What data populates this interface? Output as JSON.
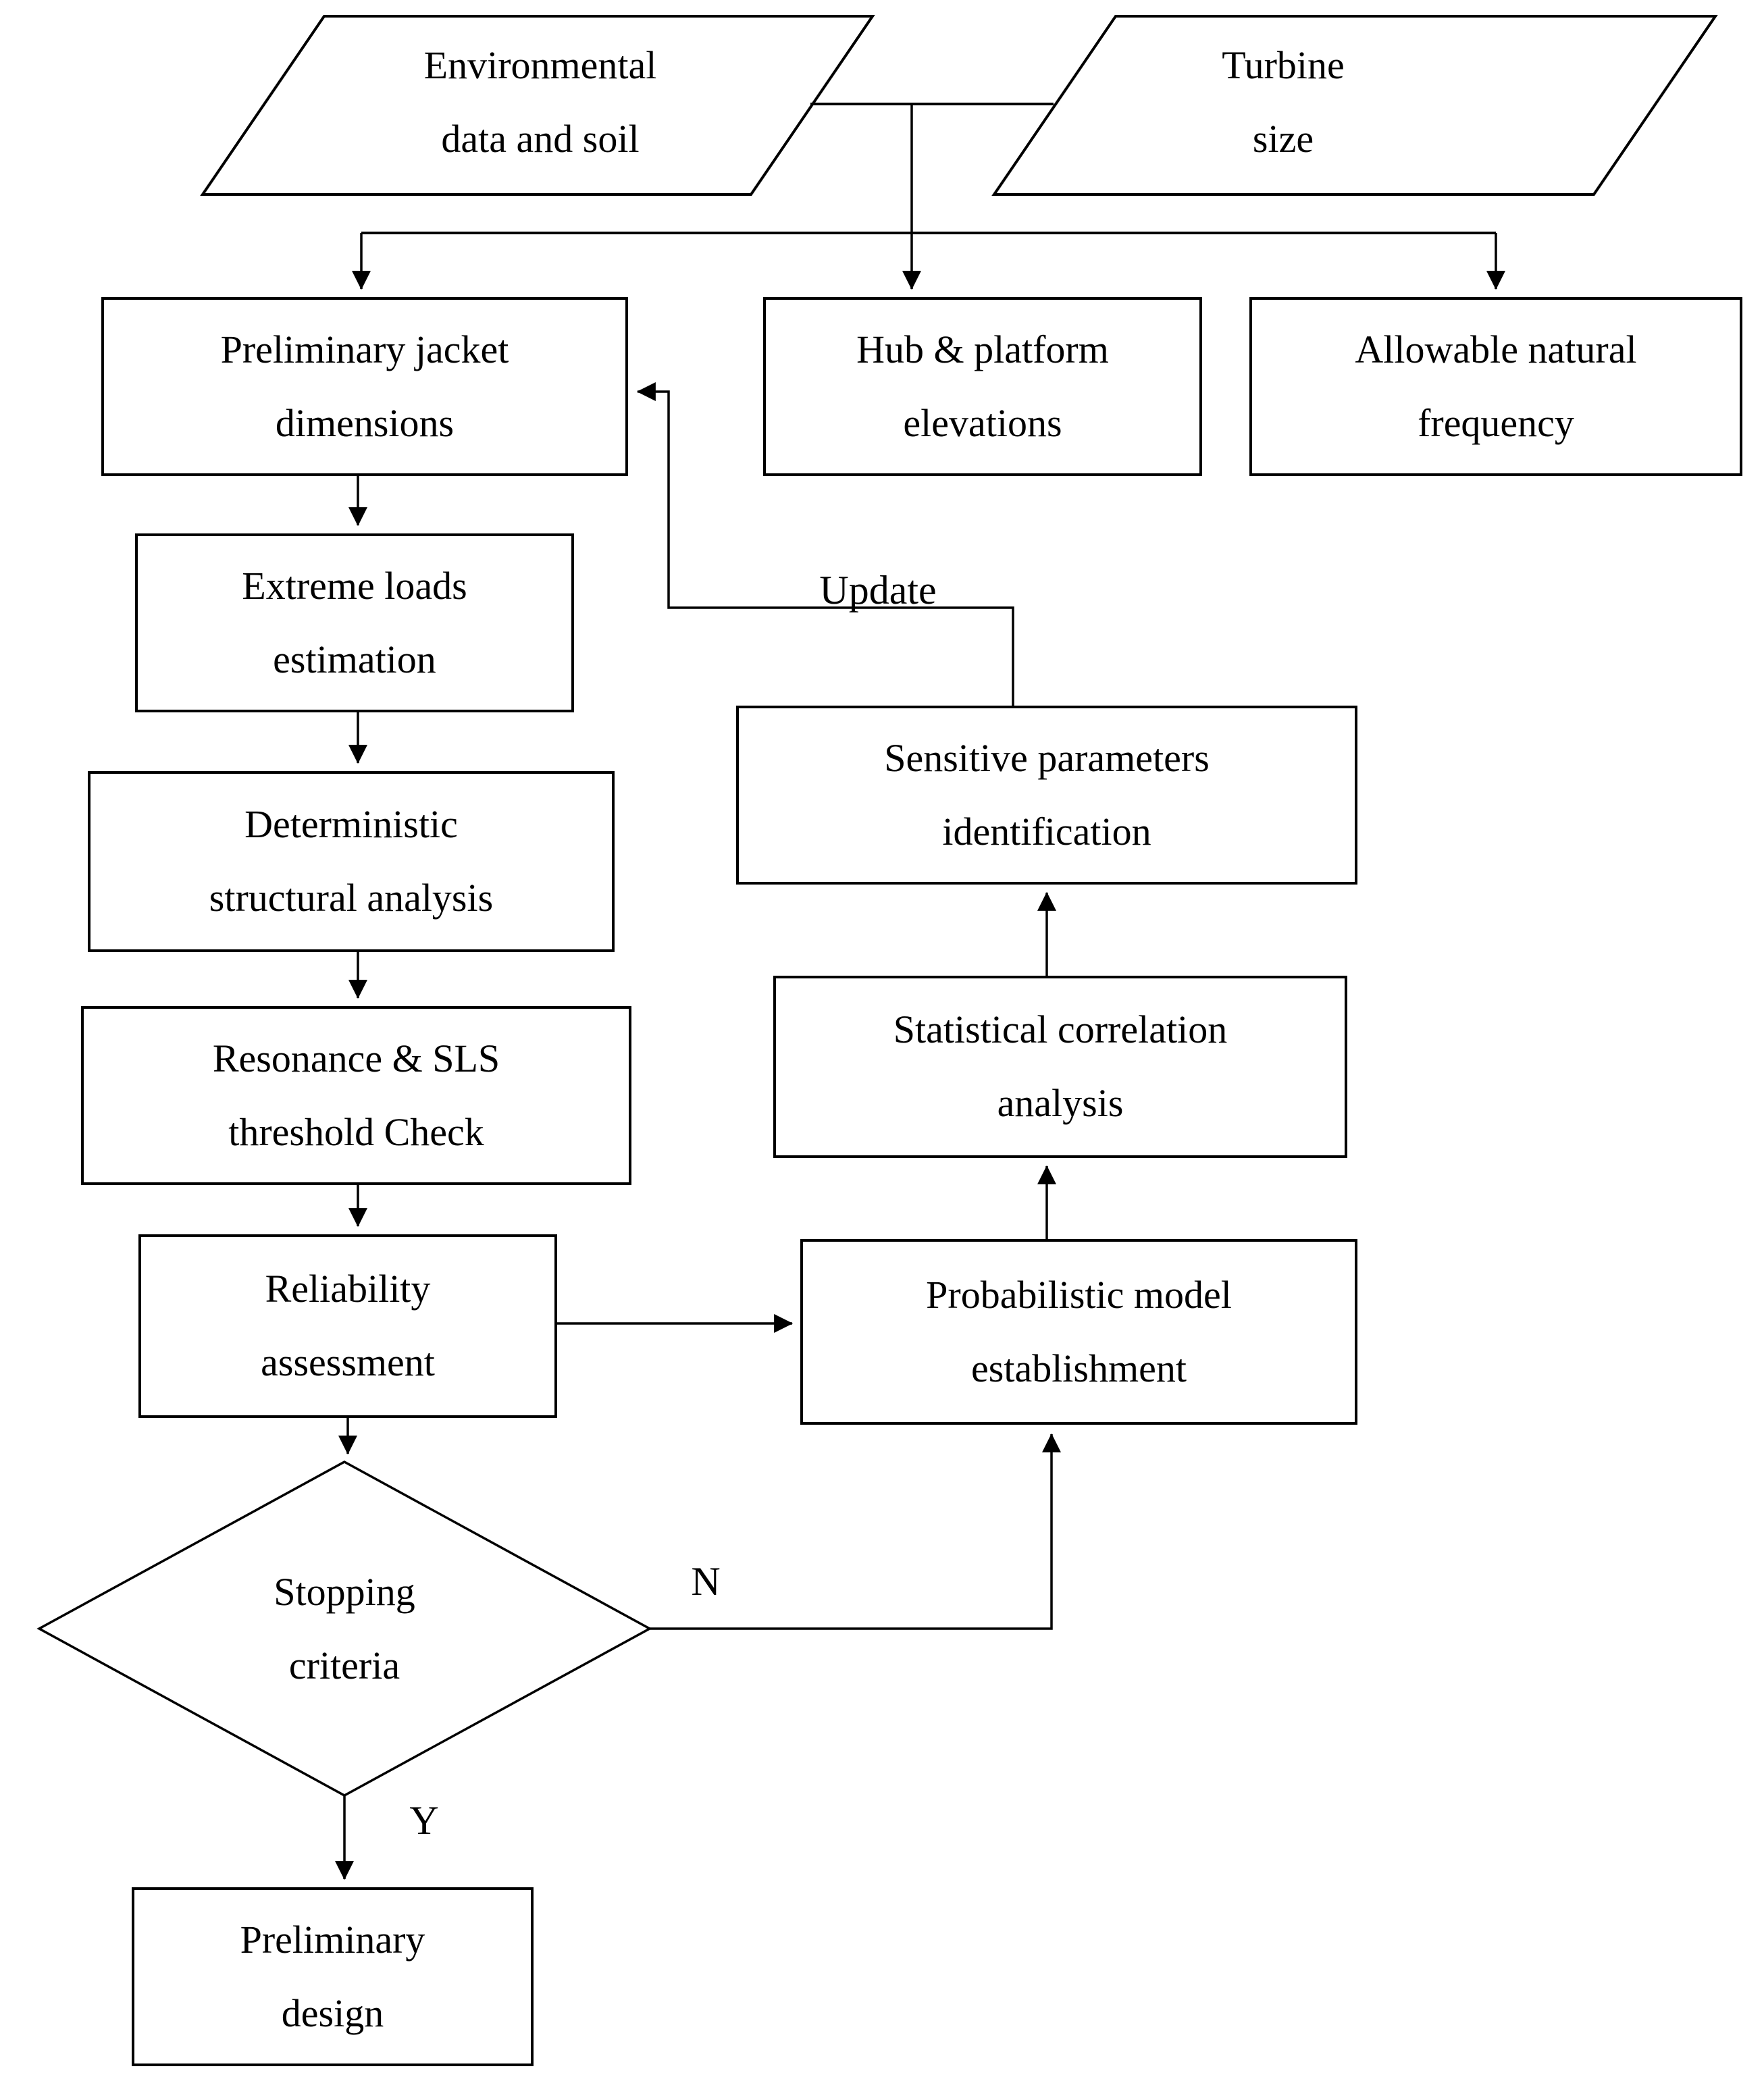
{
  "diagram": {
    "type": "flowchart",
    "background_color": "#ffffff",
    "line_color": "#000000",
    "text_color": "#000000",
    "nodes": {
      "environmental_data": {
        "shape": "parallelogram",
        "line1": "Environmental",
        "line2": "data and soil"
      },
      "turbine_size": {
        "shape": "parallelogram",
        "line1": "Turbine",
        "line2": "size"
      },
      "preliminary_jacket": {
        "shape": "rectangle",
        "line1": "Preliminary jacket",
        "line2": "dimensions"
      },
      "hub_platform": {
        "shape": "rectangle",
        "line1": "Hub & platform",
        "line2": "elevations"
      },
      "allowable_frequency": {
        "shape": "rectangle",
        "line1": "Allowable natural",
        "line2": "frequency"
      },
      "extreme_loads": {
        "shape": "rectangle",
        "line1": "Extreme loads",
        "line2": "estimation"
      },
      "deterministic": {
        "shape": "rectangle",
        "line1": "Deterministic",
        "line2": "structural analysis"
      },
      "resonance": {
        "shape": "rectangle",
        "line1": "Resonance & SLS",
        "line2": "threshold Check"
      },
      "reliability": {
        "shape": "rectangle",
        "line1": "Reliability",
        "line2": "assessment"
      },
      "sensitive": {
        "shape": "rectangle",
        "line1": "Sensitive parameters",
        "line2": "identification"
      },
      "statistical": {
        "shape": "rectangle",
        "line1": "Statistical correlation",
        "line2": "analysis"
      },
      "probabilistic": {
        "shape": "rectangle",
        "line1": "Probabilistic model",
        "line2": "establishment"
      },
      "stopping_criteria": {
        "shape": "diamond",
        "line1": "Stopping",
        "line2": "criteria"
      },
      "preliminary_design": {
        "shape": "rectangle",
        "line1": "Preliminary",
        "line2": "design"
      }
    },
    "edge_labels": {
      "update": "Update",
      "no": "N",
      "yes": "Y"
    }
  }
}
